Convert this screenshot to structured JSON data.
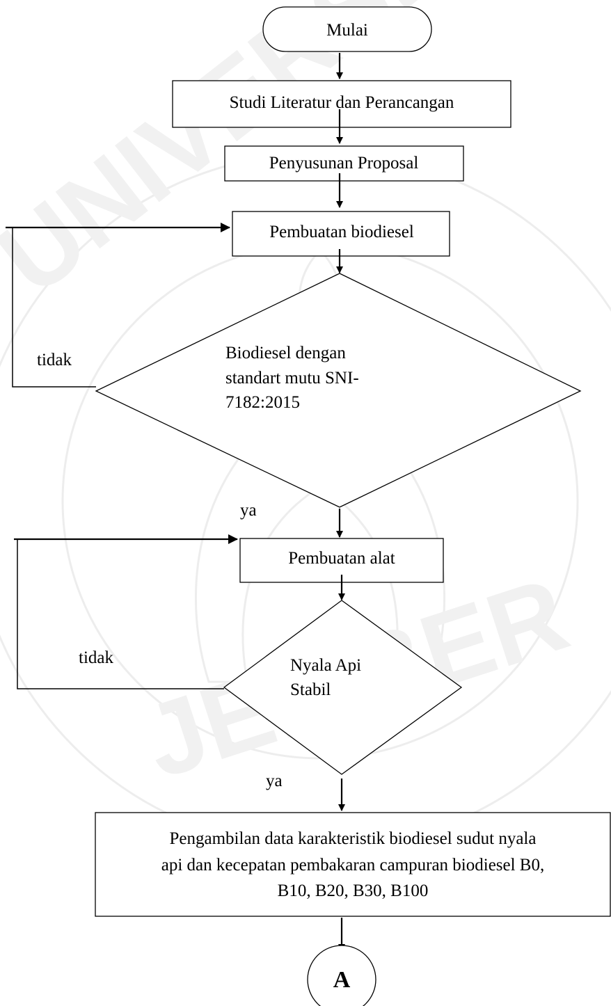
{
  "flowchart": {
    "start": "Mulai",
    "step_literature": "Studi Literatur dan Perancangan",
    "step_proposal": "Penyusunan Proposal",
    "step_biodiesel": "Pembuatan biodiesel",
    "decision_quality": {
      "line1": "Biodiesel dengan",
      "line2": "standart mutu SNI-",
      "line3": "7182:2015"
    },
    "decision_quality_no": "tidak",
    "decision_quality_yes": "ya",
    "step_tool": "Pembuatan alat",
    "decision_flame": {
      "line1": "Nyala Api",
      "line2": "Stabil"
    },
    "decision_flame_no": "tidak",
    "decision_flame_yes": "ya",
    "step_data": {
      "line1": "Pengambilan data karakteristik biodiesel sudut nyala",
      "line2": "api dan kecepatan pembakaran campuran biodiesel B0,",
      "line3": "B10, B20, B30, B100"
    },
    "connector": "A"
  },
  "watermark": {
    "text_top": "UNIVERSITAS",
    "text_bottom": "JEMBER"
  }
}
